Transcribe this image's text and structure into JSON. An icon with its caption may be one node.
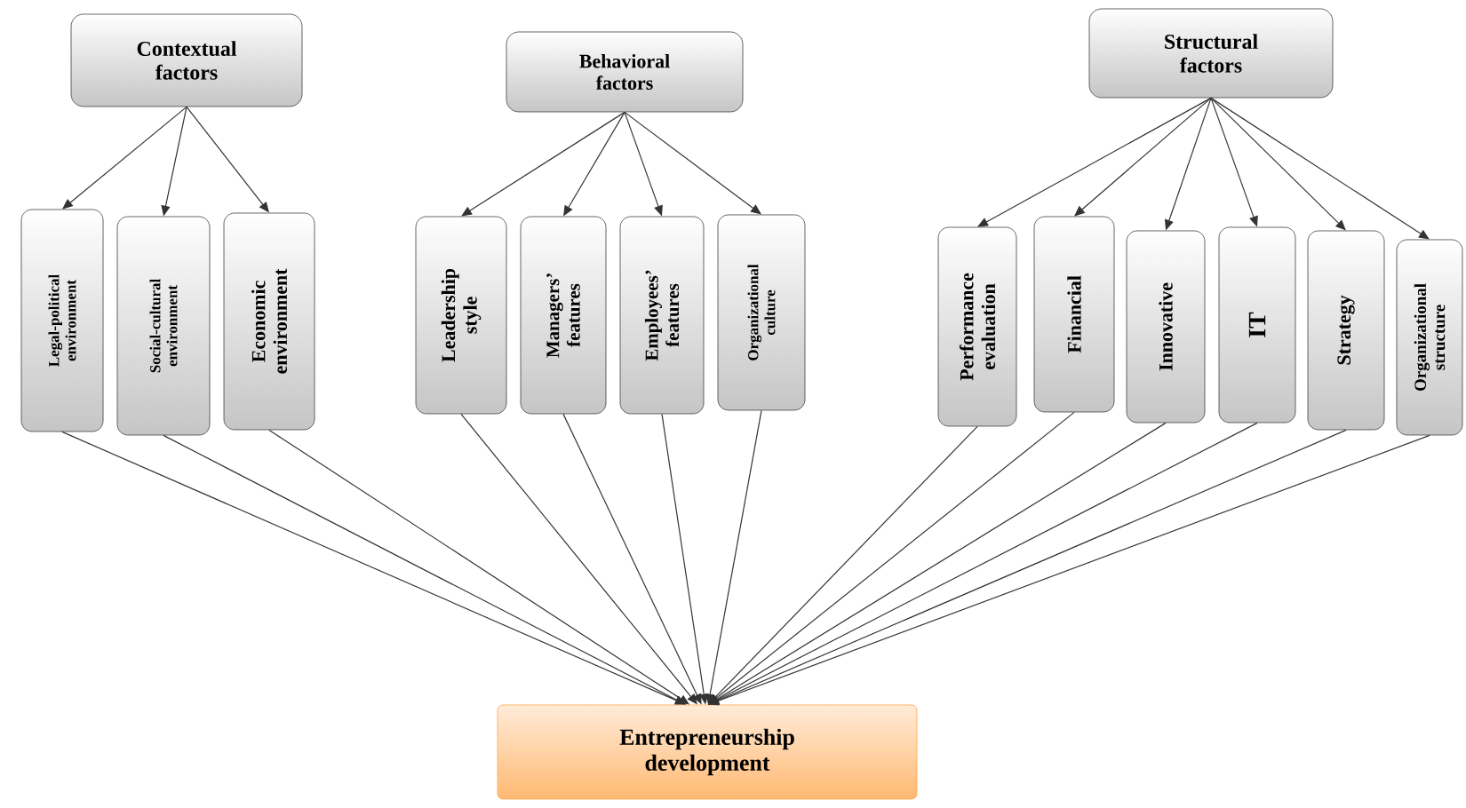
{
  "diagram": {
    "nodes": [
      {
        "text": [
          "Contextual factors"
        ]
      },
      {
        "text": [
          "Legal-political environment"
        ]
      },
      {
        "text": [
          "Social-cultural environment"
        ]
      },
      {
        "text": [
          "Economic environment"
        ]
      },
      {
        "text": [
          "Behavioral factors"
        ]
      },
      {
        "text": [
          "Leadership style"
        ]
      },
      {
        "text": [
          "Managers’ features"
        ]
      },
      {
        "text": [
          "Employees’ features"
        ]
      },
      {
        "text": [
          "Organizational culture"
        ]
      },
      {
        "text": [
          "Structural factors"
        ]
      },
      {
        "text": [
          "Performance evaluation"
        ]
      },
      {
        "text": [
          "Financial"
        ]
      },
      {
        "text": [
          "Innovative"
        ]
      },
      {
        "text": [
          "IT"
        ]
      },
      {
        "text": [
          "Strategy"
        ]
      },
      {
        "text": [
          "Organizational structure"
        ]
      },
      {
        "text": [
          "Entrepreneurship development"
        ]
      }
    ],
    "edges": [
      {
        "from": 0,
        "to": 1,
        "arrow": "to"
      },
      {
        "from": 0,
        "to": 2,
        "arrow": "to"
      },
      {
        "from": 0,
        "to": 3,
        "arrow": "to"
      },
      {
        "from": 4,
        "to": 5,
        "arrow": "to"
      },
      {
        "from": 4,
        "to": 6,
        "arrow": "to"
      },
      {
        "from": 4,
        "to": 7,
        "arrow": "to"
      },
      {
        "from": 4,
        "to": 8,
        "arrow": "to"
      },
      {
        "from": 9,
        "to": 10,
        "arrow": "to"
      },
      {
        "from": 9,
        "to": 11,
        "arrow": "to"
      },
      {
        "from": 9,
        "to": 12,
        "arrow": "to"
      },
      {
        "from": 9,
        "to": 13,
        "arrow": "to"
      },
      {
        "from": 9,
        "to": 14,
        "arrow": "to"
      },
      {
        "from": 9,
        "to": 15,
        "arrow": "to"
      },
      {
        "from": 1,
        "to": 16,
        "arrow": "to"
      },
      {
        "from": 2,
        "to": 16,
        "arrow": "to"
      },
      {
        "from": 3,
        "to": 16,
        "arrow": "to"
      },
      {
        "from": 5,
        "to": 16,
        "arrow": "to"
      },
      {
        "from": 6,
        "to": 16,
        "arrow": "to"
      },
      {
        "from": 7,
        "to": 16,
        "arrow": "to"
      },
      {
        "from": 8,
        "to": 16,
        "arrow": "to"
      },
      {
        "from": 10,
        "to": 16,
        "arrow": "to"
      },
      {
        "from": 11,
        "to": 16,
        "arrow": "to"
      },
      {
        "from": 12,
        "to": 16,
        "arrow": "to"
      },
      {
        "from": 13,
        "to": 16,
        "arrow": "to"
      },
      {
        "from": 14,
        "to": 16,
        "arrow": "to"
      },
      {
        "from": 15,
        "to": 16,
        "arrow": "to"
      }
    ]
  }
}
